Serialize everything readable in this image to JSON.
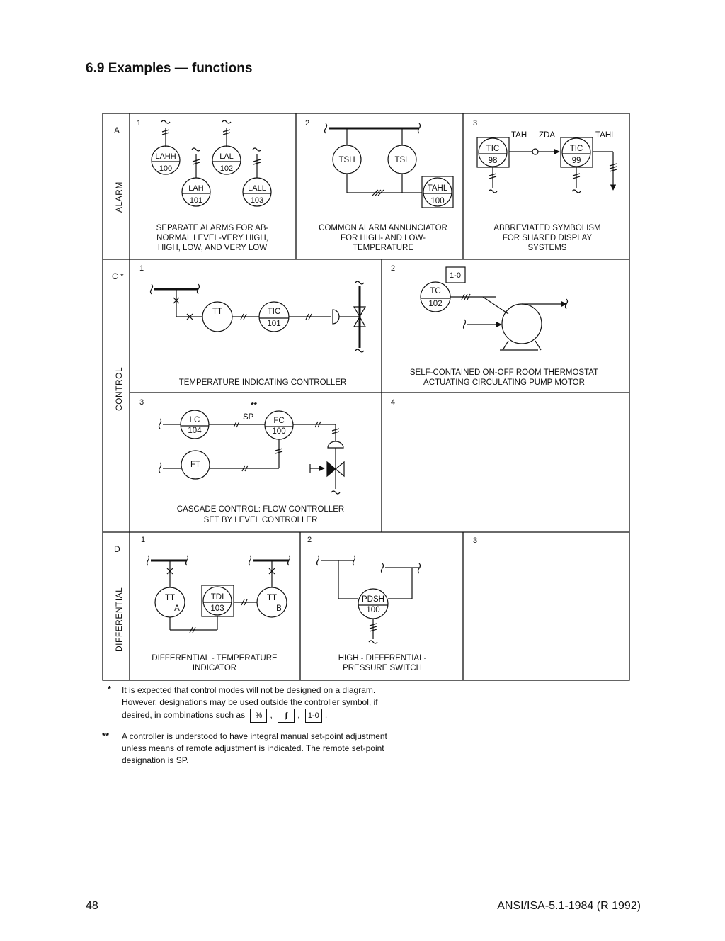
{
  "page": {
    "heading": "6.9  Examples — functions",
    "page_number": "48",
    "standard": "ANSI/ISA-5.1-1984 (R 1992)"
  },
  "sections": {
    "alarm": {
      "letter": "A",
      "label": "ALARM"
    },
    "control": {
      "letter": "C *",
      "label": "CONTROL"
    },
    "differential": {
      "letter": "D",
      "label": "DIFFERENTIAL"
    }
  },
  "cells": {
    "a1": {
      "num": "1",
      "caption": [
        "SEPARATE ALARMS FOR AB-",
        "NORMAL LEVEL-VERY HIGH,",
        "HIGH, LOW, AND VERY LOW"
      ],
      "bubbles": {
        "lahh": [
          "LAHH",
          "100"
        ],
        "lal": [
          "LAL",
          "102"
        ],
        "lah": [
          "LAH",
          "101"
        ],
        "lall": [
          "LALL",
          "103"
        ]
      }
    },
    "a2": {
      "num": "2",
      "caption": [
        "COMMON ALARM ANNUNCIATOR",
        "FOR HIGH- AND LOW-",
        "TEMPERATURE"
      ],
      "bubbles": {
        "tsh": "TSH",
        "tsl": "TSL",
        "tahl": [
          "TAHL",
          "100"
        ]
      }
    },
    "a3": {
      "num": "3",
      "caption": [
        "ABBREVIATED SYMBOLISM",
        "FOR SHARED DISPLAY",
        "SYSTEMS"
      ],
      "bubbles": {
        "tic98": [
          "TIC",
          "98"
        ],
        "tic99": [
          "TIC",
          "99"
        ]
      },
      "labels": {
        "tah": "TAH",
        "zda": "ZDA",
        "tahl": "TAHL"
      }
    },
    "c1": {
      "num": "1",
      "caption": [
        "TEMPERATURE INDICATING CONTROLLER"
      ],
      "bubbles": {
        "tt": "TT",
        "tic": [
          "TIC",
          "101"
        ]
      }
    },
    "c2": {
      "num": "2",
      "caption": [
        "SELF-CONTAINED ON-OFF ROOM THERMOSTAT",
        "ACTUATING CIRCULATING PUMP MOTOR"
      ],
      "bubbles": {
        "tc": [
          "TC",
          "102"
        ]
      },
      "mode_box": "1-0"
    },
    "c3": {
      "num": "3",
      "caption": [
        "CASCADE CONTROL: FLOW CONTROLLER",
        "SET BY LEVEL CONTROLLER"
      ],
      "bubbles": {
        "lc": [
          "LC",
          "104"
        ],
        "fc": [
          "FC",
          "100"
        ],
        "ft": "FT"
      },
      "labels": {
        "stars": "**",
        "sp": "SP"
      }
    },
    "c4": {
      "num": "4"
    },
    "d1": {
      "num": "1",
      "caption": [
        "DIFFERENTIAL - TEMPERATURE",
        "INDICATOR"
      ],
      "bubbles": {
        "tta": [
          "TT",
          "A"
        ],
        "tdi": [
          "TDI",
          "103"
        ],
        "ttb": [
          "TT",
          "B"
        ]
      }
    },
    "d2": {
      "num": "2",
      "caption": [
        "HIGH - DIFFERENTIAL-",
        "PRESSURE SWITCH"
      ],
      "bubbles": {
        "pdsh": [
          "PDSH",
          "100"
        ]
      }
    },
    "d3": {
      "num": "3"
    }
  },
  "footnotes": {
    "note1": {
      "mark": "*",
      "line1": "It is expected that control modes will not be designed on a diagram.",
      "line2": "However, designations may be used outside the controller symbol, if",
      "line3": "desired, in combinations such as",
      "symbols": [
        "%",
        "∫",
        "1-0"
      ],
      "sep": ",",
      "end": "."
    },
    "note2": {
      "mark": "**",
      "line1": "A controller is understood to have integral manual set-point adjustment",
      "line2": "unless means of remote adjustment is indicated.  The remote set-point",
      "line3": "designation is SP."
    }
  }
}
